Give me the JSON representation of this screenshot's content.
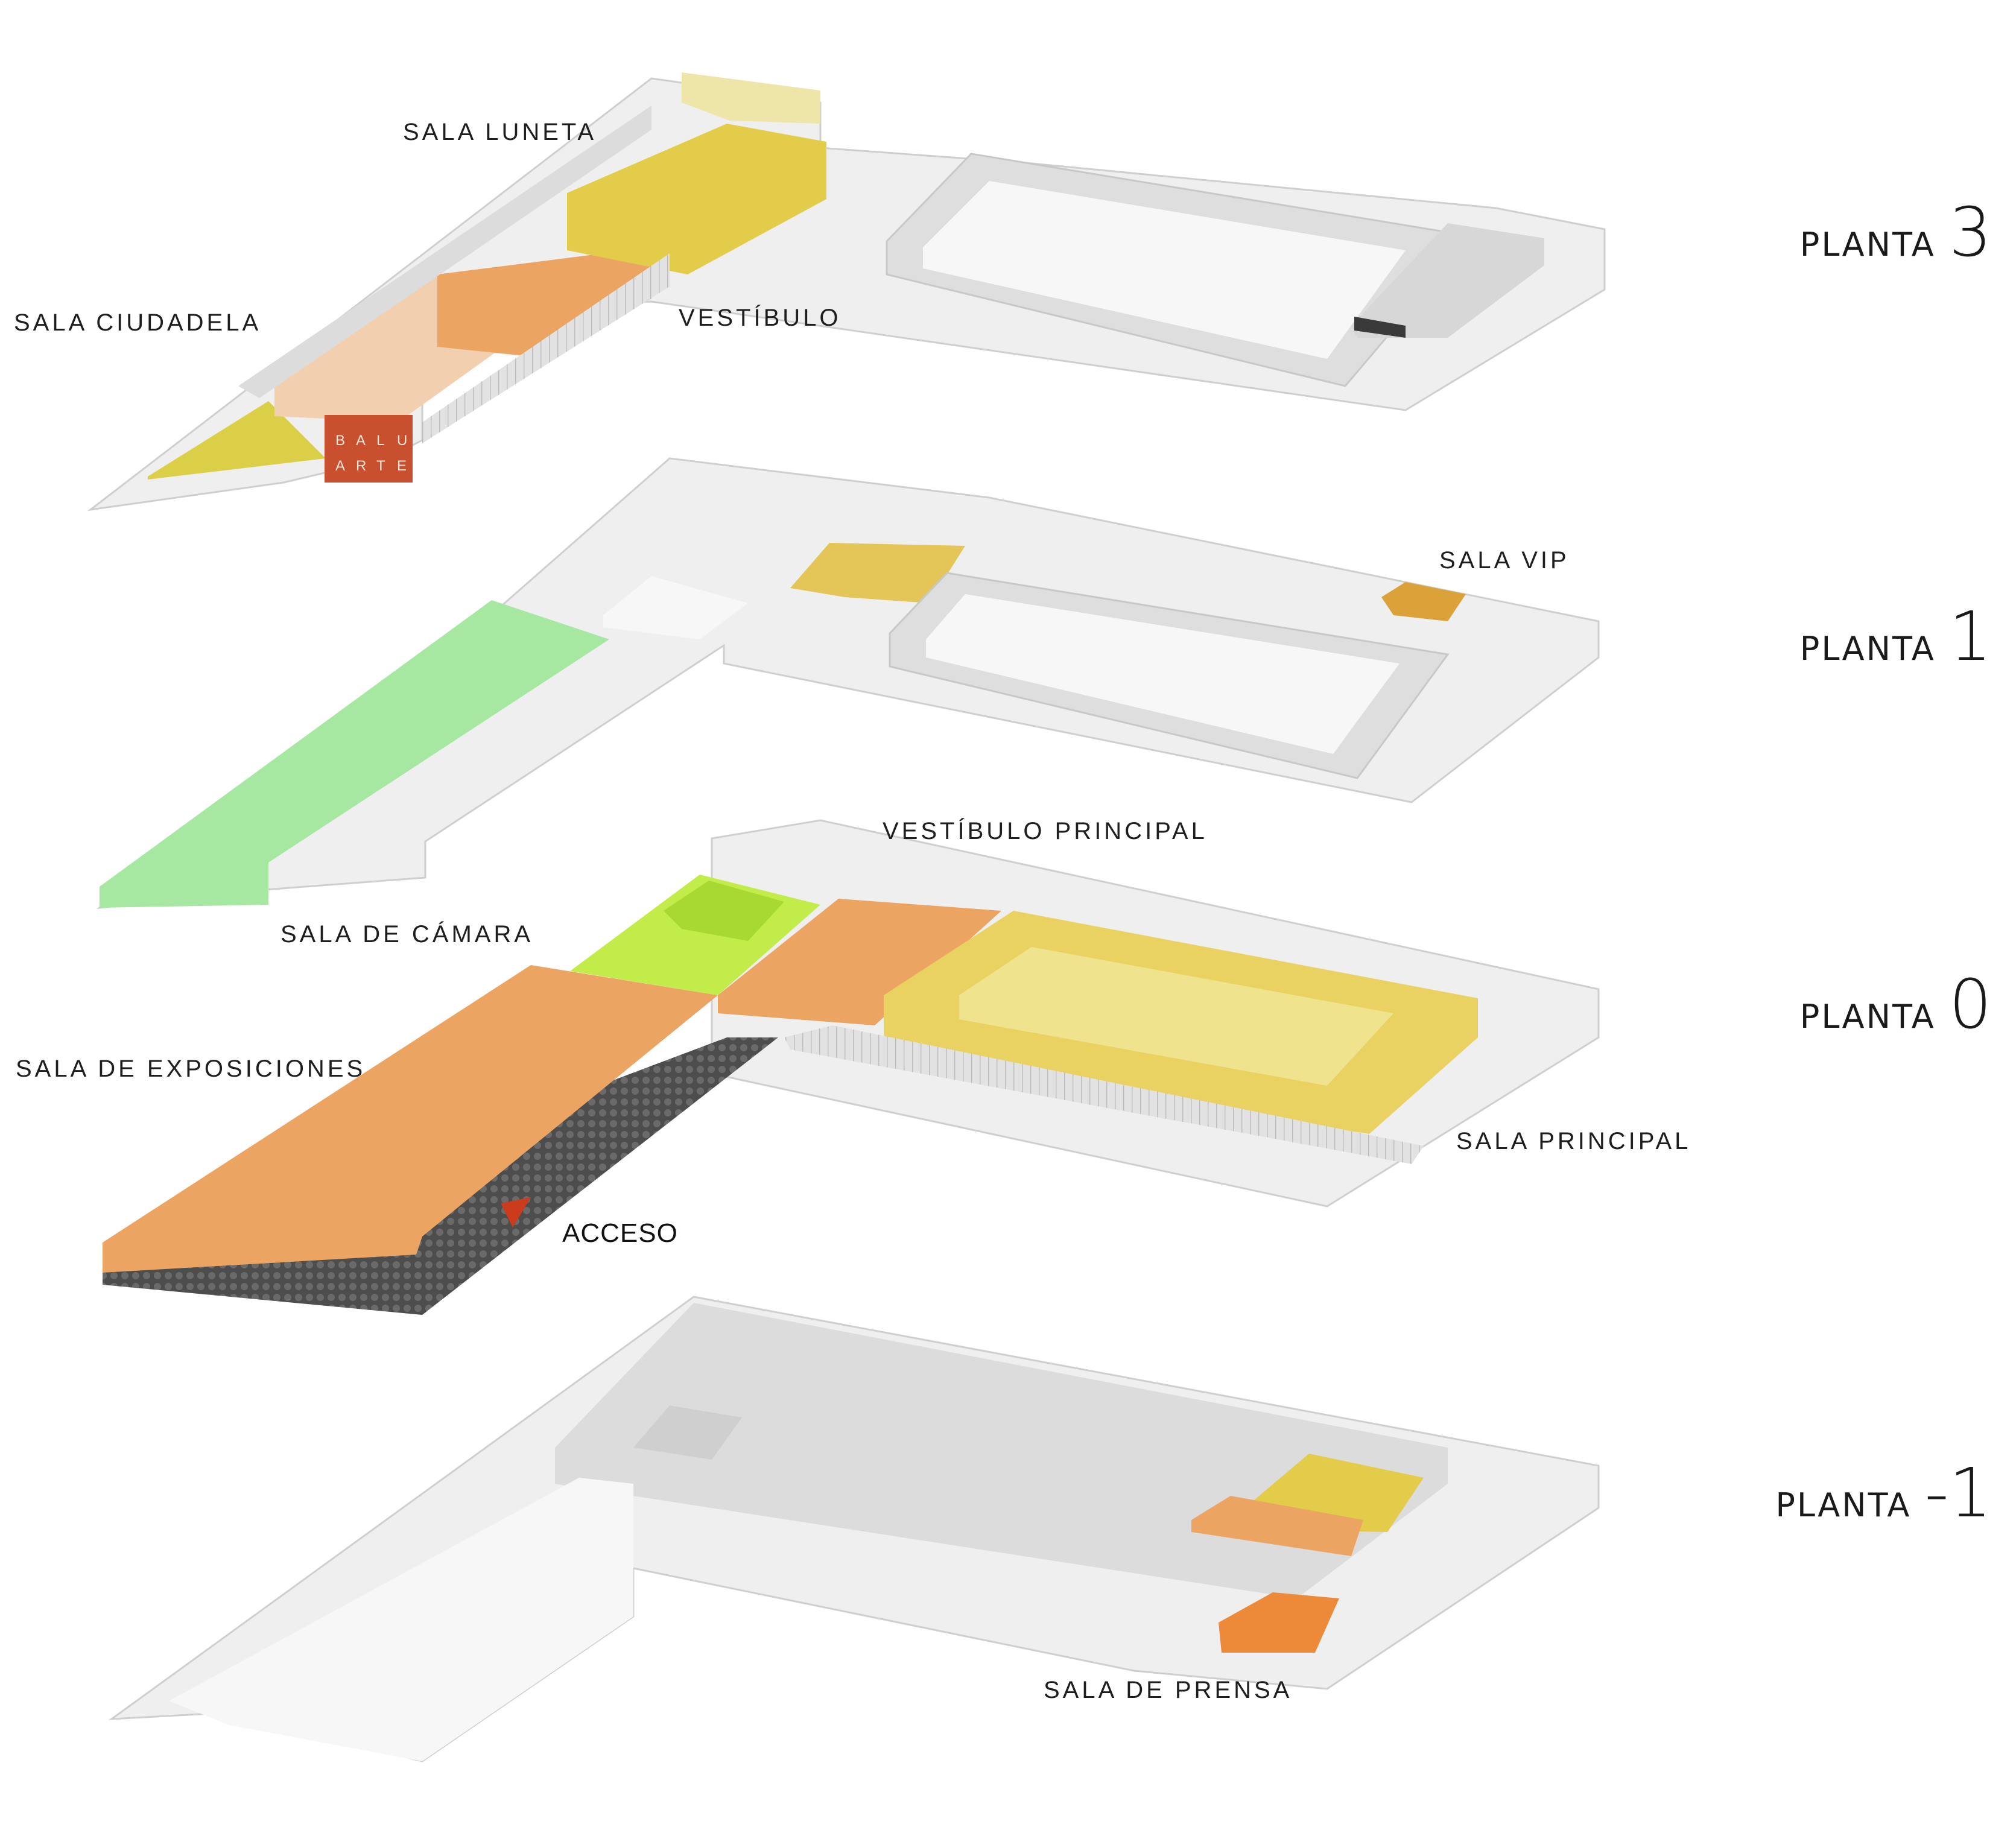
{
  "floors": [
    {
      "word": "PLANTA",
      "number": "3"
    },
    {
      "word": "PLANTA",
      "number": "1"
    },
    {
      "word": "PLANTA",
      "number": "0"
    },
    {
      "word": "PLANTA",
      "number": "-1"
    }
  ],
  "rooms": {
    "sala_luneta": "SALA  LUNETA",
    "sala_ciudadela": "SALA  CIUDADELA",
    "vestibulo": "VESTÍBULO",
    "sala_vip": "SALA VIP",
    "vestibulo_principal": "VESTÍBULO  PRINCIPAL",
    "sala_de_camara": "SALA  DE  CÁMARA",
    "sala_de_exposiciones": "SALA  DE  EXPOSICIONES",
    "sala_principal": "SALA  PRINCIPAL",
    "sala_de_prensa": "SALA  DE  PRENSA"
  },
  "access": "ACCESO",
  "logo": {
    "line1": [
      "B",
      "A",
      "L",
      "U"
    ],
    "line2": [
      "A",
      "R",
      "T",
      "E"
    ]
  },
  "colors": {
    "wall": "#dedede",
    "floor_slab": "#efefef",
    "yellow": "#e3cc4a",
    "light_yellow": "#efe08a",
    "orange": "#eba462",
    "peach": "#f2cfae",
    "green": "#a6e8a2",
    "lime": "#c2ec4a",
    "logo_red": "#c8502e",
    "paving": "#4d4d4d",
    "access_arrow": "#cc3b1c"
  }
}
